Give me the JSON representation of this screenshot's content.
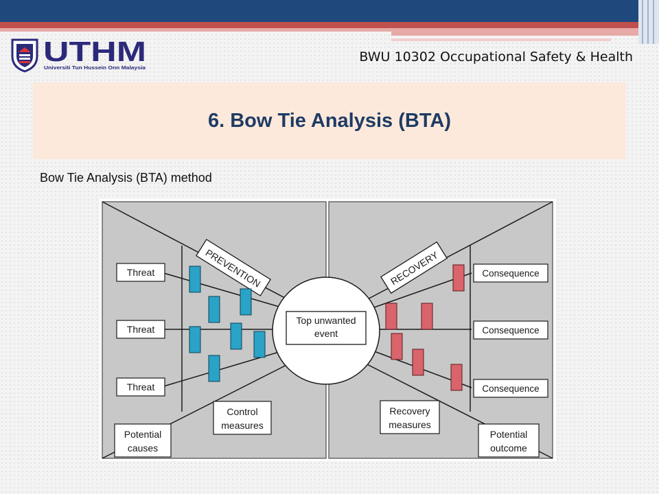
{
  "header": {
    "logo_text": "UTHM",
    "logo_subtext": "Universiti Tun Hussein Onn Malaysia",
    "course": "BWU 10302 Occupational Safety & Health"
  },
  "slide": {
    "title": "6. Bow Tie Analysis (BTA)",
    "subtitle": "Bow Tie Analysis (BTA) method"
  },
  "diagram": {
    "prevention_label": "PREVENTION",
    "recovery_label": "RECOVERY",
    "event_line1": "Top unwanted",
    "event_line2": "event",
    "threats": [
      "Threat",
      "Threat",
      "Threat"
    ],
    "consequences": [
      "Consequence",
      "Consequence",
      "Consequence"
    ],
    "control_line1": "Control",
    "control_line2": "measures",
    "recovery_line1": "Recovery",
    "recovery_line2": "measures",
    "causes_line1": "Potential",
    "causes_line2": "causes",
    "outcome_line1": "Potential",
    "outcome_line2": "outcome",
    "colors": {
      "barrier_prevention": "#2aa3c6",
      "barrier_recovery": "#d9646c",
      "panel": "#c8c8c8"
    }
  }
}
